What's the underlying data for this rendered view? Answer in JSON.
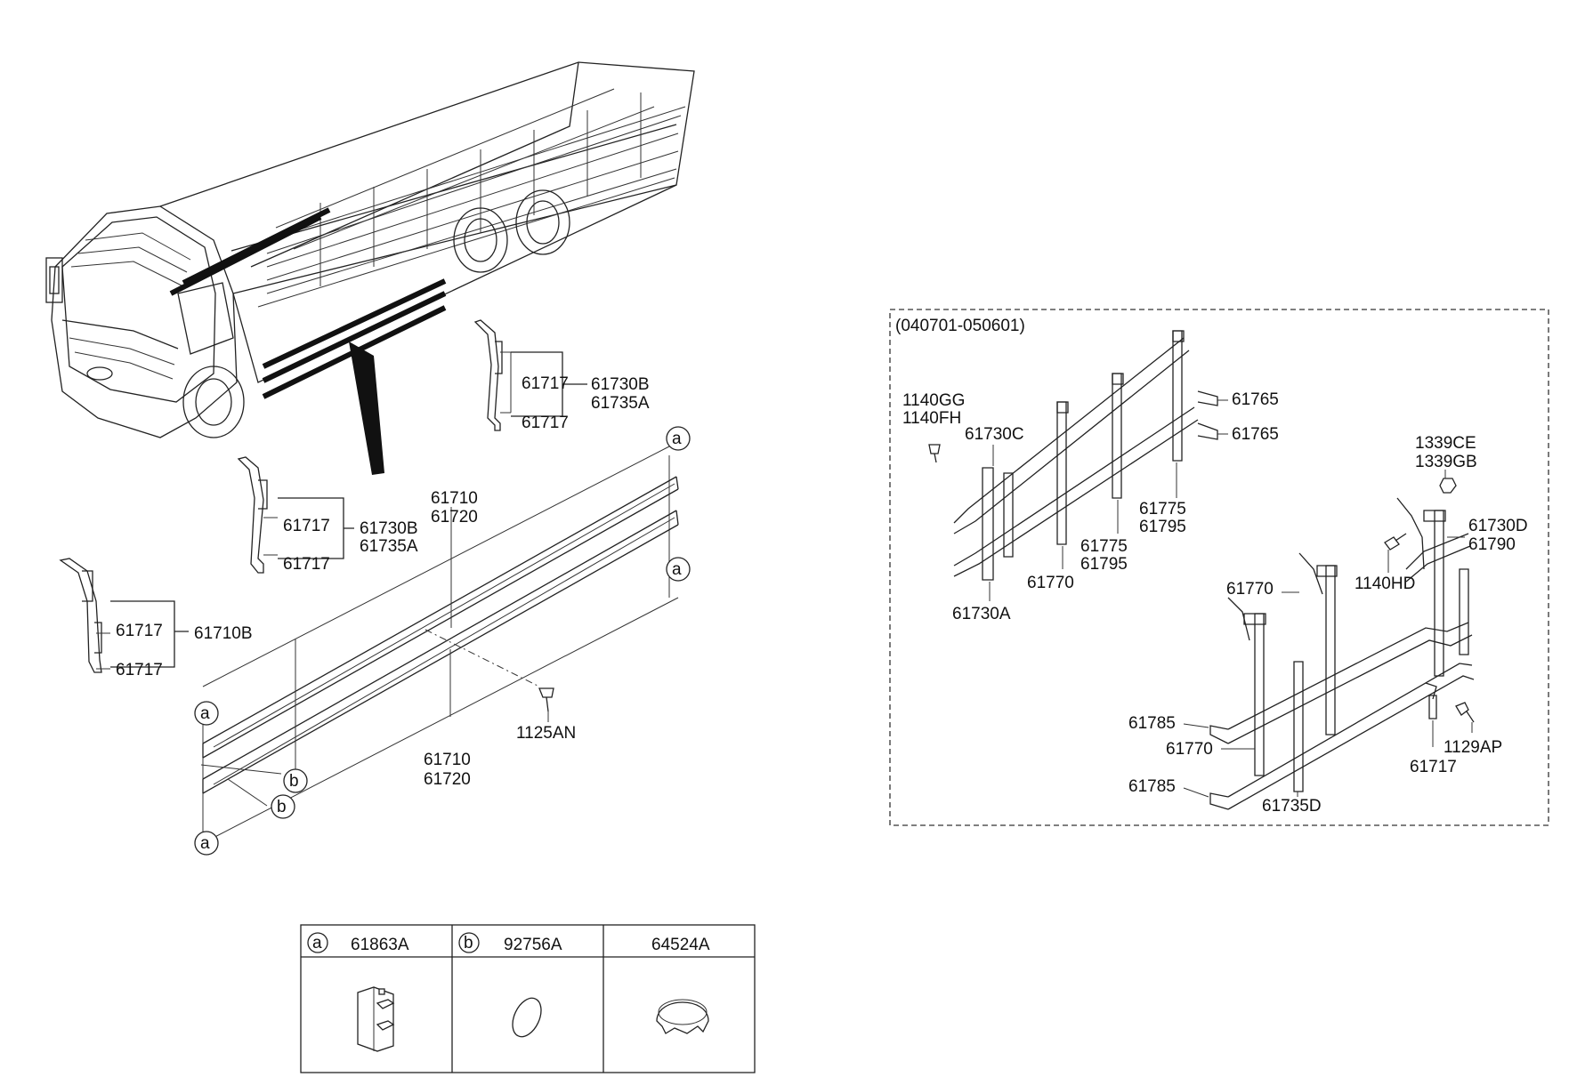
{
  "date_range": "(040701-050601)",
  "callout_letters": {
    "a": "a",
    "b": "b"
  },
  "left_assembly": {
    "rail_upper": [
      "61710",
      "61720"
    ],
    "rail_lower": [
      "61710",
      "61720"
    ],
    "bracket_top": {
      "upper": "61717",
      "lower": "61717",
      "refs": [
        "61730B",
        "61735A"
      ]
    },
    "bracket_mid": {
      "upper": "61717",
      "lower": "61717",
      "refs": [
        "61730B",
        "61735A"
      ]
    },
    "bracket_left": {
      "upper": "61717",
      "lower": "61717",
      "refs": [
        "61710B"
      ]
    },
    "bolt": "1125AN"
  },
  "right_assembly": {
    "bolt_1140": [
      "1140GG",
      "1140FH"
    ],
    "bracket_c": "61730C",
    "tube_top": "61765",
    "tube_second": "61765",
    "stay_pair_upper": [
      "61775",
      "61795"
    ],
    "stay_pair_lower": [
      "61775",
      "61795"
    ],
    "stay_left": "61770",
    "bracket_a": "61730A",
    "nut": [
      "1339CE",
      "1339GB"
    ],
    "bracket_d": [
      "61730D",
      "61790"
    ],
    "bolt_hd": "1140HD",
    "stay_mid": "61770",
    "tube_upper_lower": "61785",
    "stay_low": "61770",
    "tube_bottom": "61785",
    "bracket_735d": "61735D",
    "bolt_ap": "1129AP",
    "clip": "61717"
  },
  "legend_table": {
    "columns": [
      {
        "badge": "a",
        "part": "61863A"
      },
      {
        "badge": "b",
        "part": "92756A"
      },
      {
        "badge": "",
        "part": "64524A"
      }
    ]
  }
}
